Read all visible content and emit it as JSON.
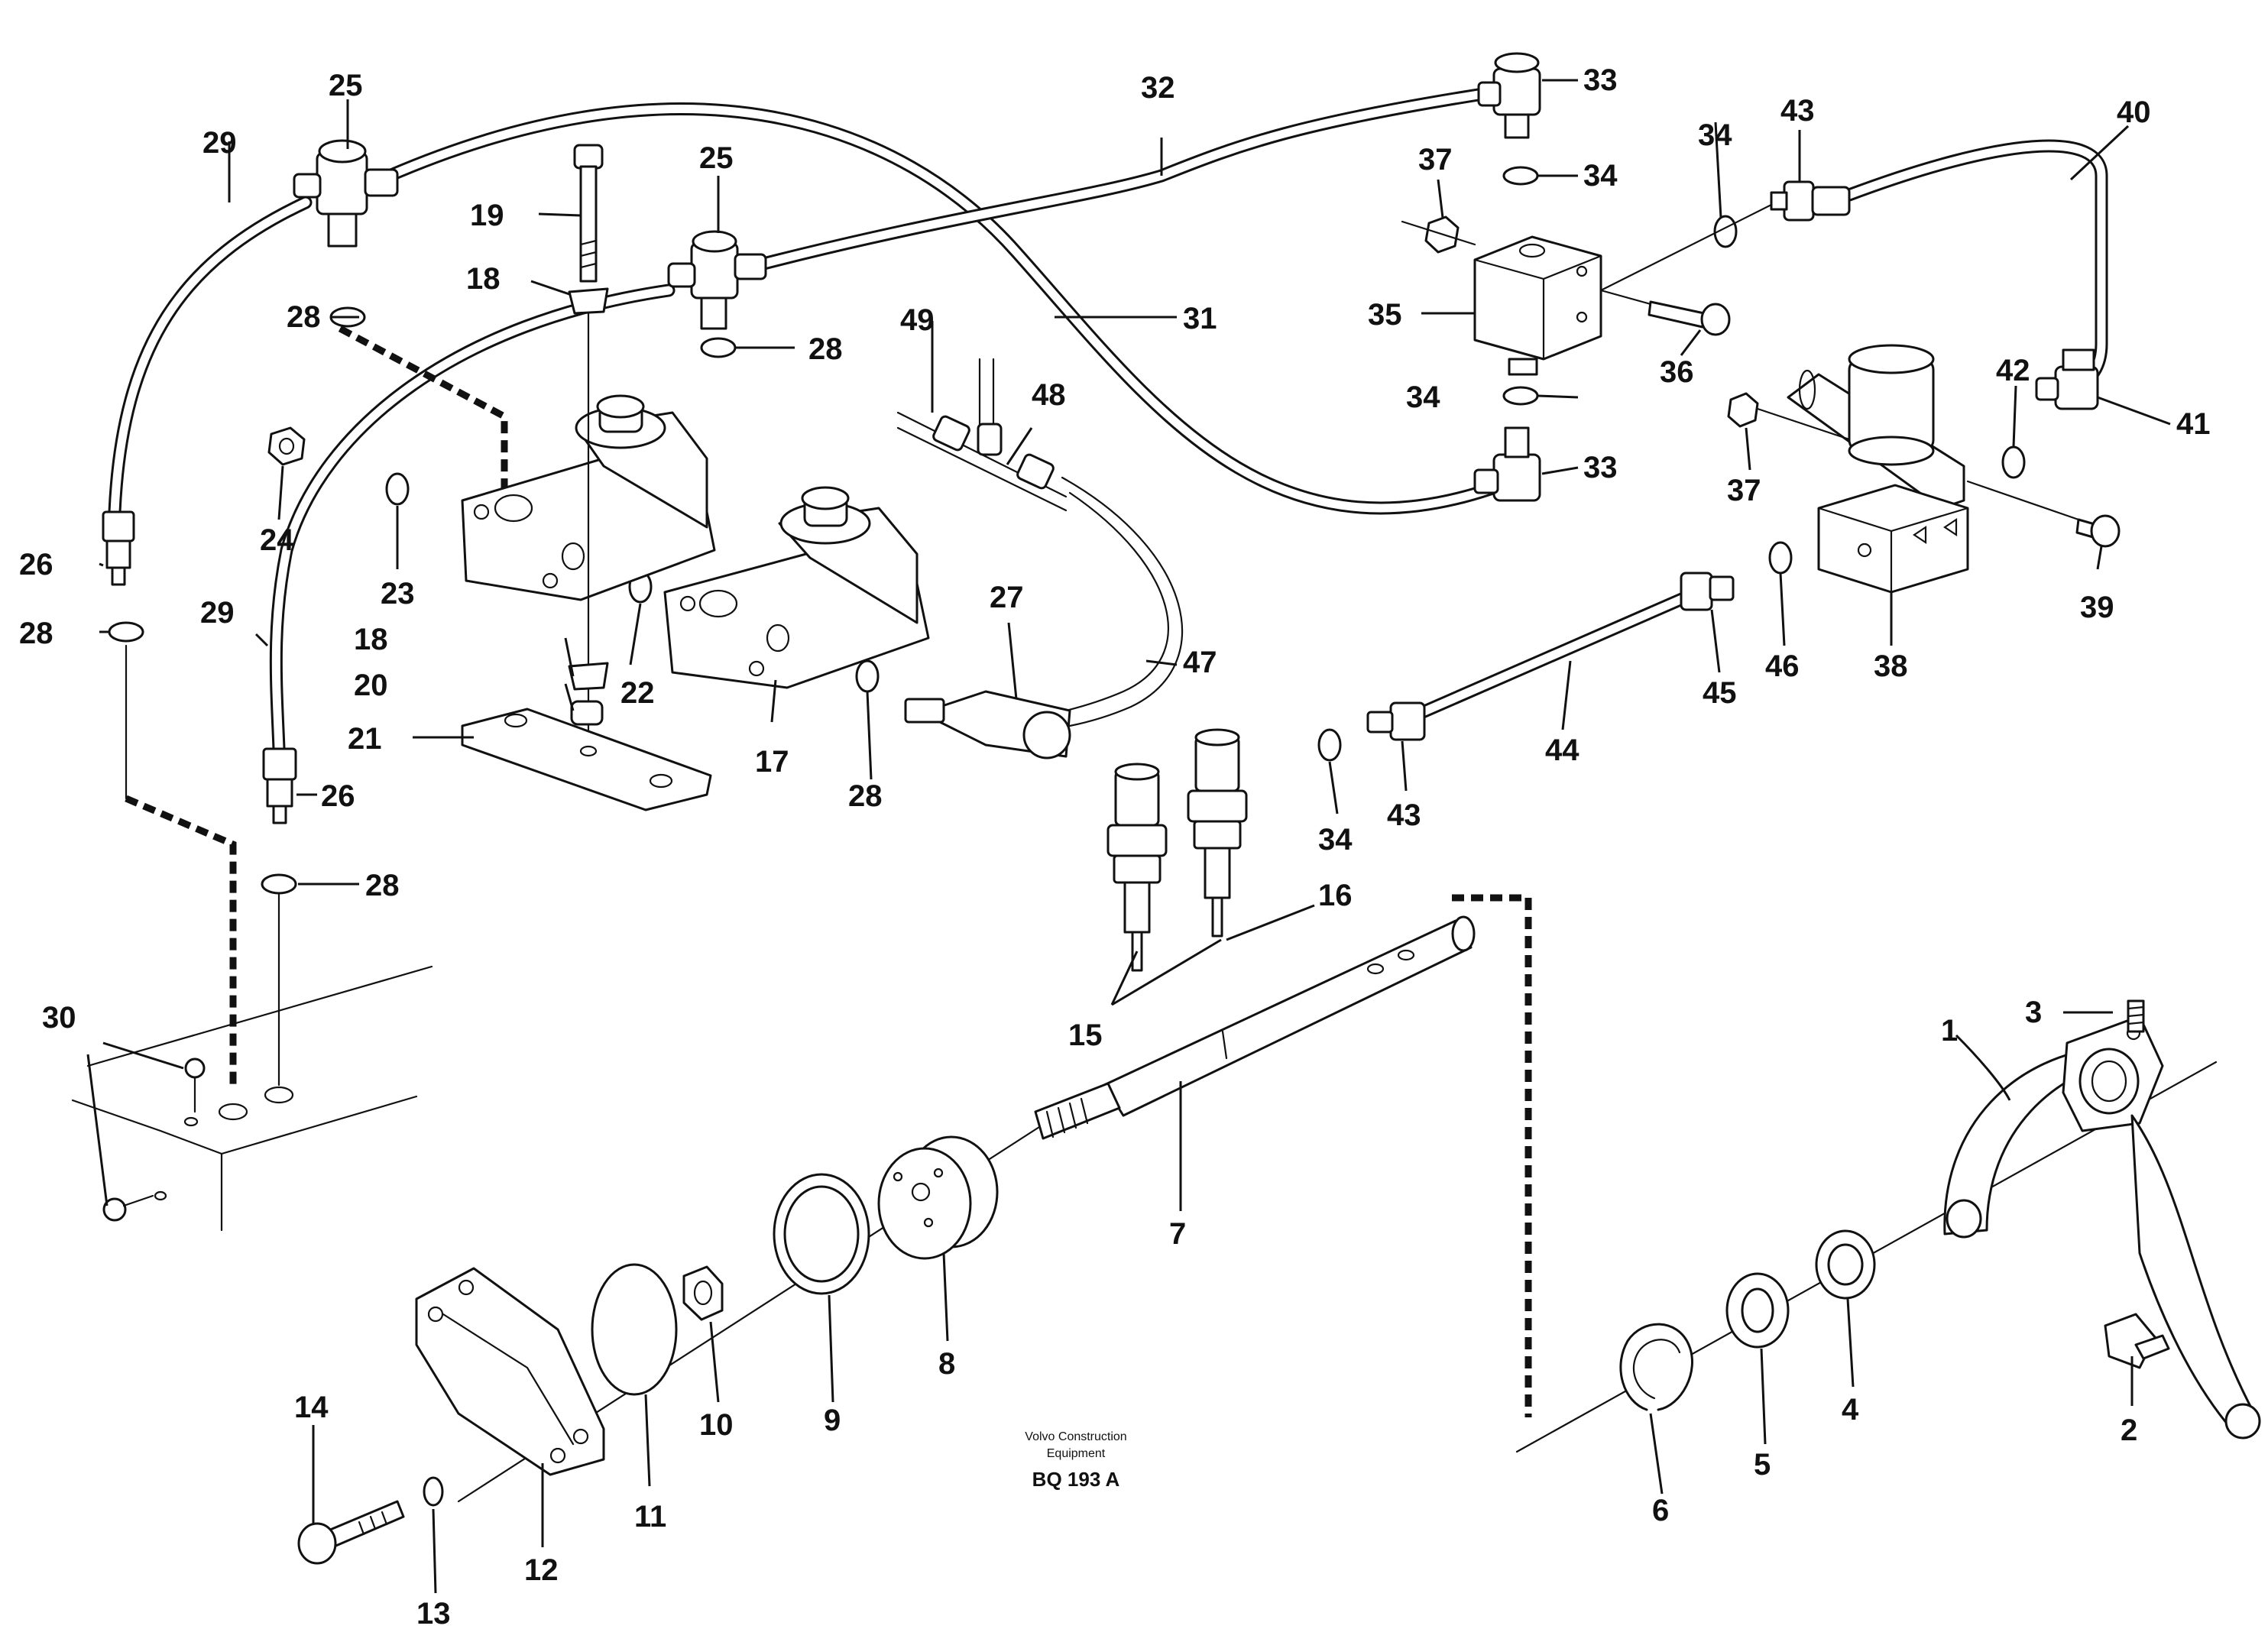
{
  "diagram": {
    "credit": {
      "line1": "Volvo Construction",
      "line2": "Equipment",
      "code": "BQ 193 A"
    },
    "callouts": {
      "c1": "1",
      "c2": "2",
      "c3": "3",
      "c4": "4",
      "c5": "5",
      "c6": "6",
      "c7": "7",
      "c8": "8",
      "c9": "9",
      "c10": "10",
      "c11": "11",
      "c12": "12",
      "c13": "13",
      "c14": "14",
      "c15": "15",
      "c16": "16",
      "c17": "17",
      "c18a": "18",
      "c18b": "18",
      "c19": "19",
      "c20": "20",
      "c21": "21",
      "c22": "22",
      "c23": "23",
      "c24": "24",
      "c25a": "25",
      "c25b": "25",
      "c26a": "26",
      "c26b": "26",
      "c27": "27",
      "c28a": "28",
      "c28b": "28",
      "c28c": "28",
      "c28d": "28",
      "c28e": "28",
      "c29a": "29",
      "c29b": "29",
      "c30": "30",
      "c31": "31",
      "c32": "32",
      "c33a": "33",
      "c33b": "33",
      "c34a": "34",
      "c34b": "34",
      "c34c": "34",
      "c34d": "34",
      "c35": "35",
      "c36": "36",
      "c37a": "37",
      "c37b": "37",
      "c38": "38",
      "c39": "39",
      "c40": "40",
      "c41": "41",
      "c42": "42",
      "c43a": "43",
      "c43b": "43",
      "c44": "44",
      "c45": "45",
      "c46": "46",
      "c47": "47",
      "c48": "48",
      "c49": "49"
    }
  }
}
